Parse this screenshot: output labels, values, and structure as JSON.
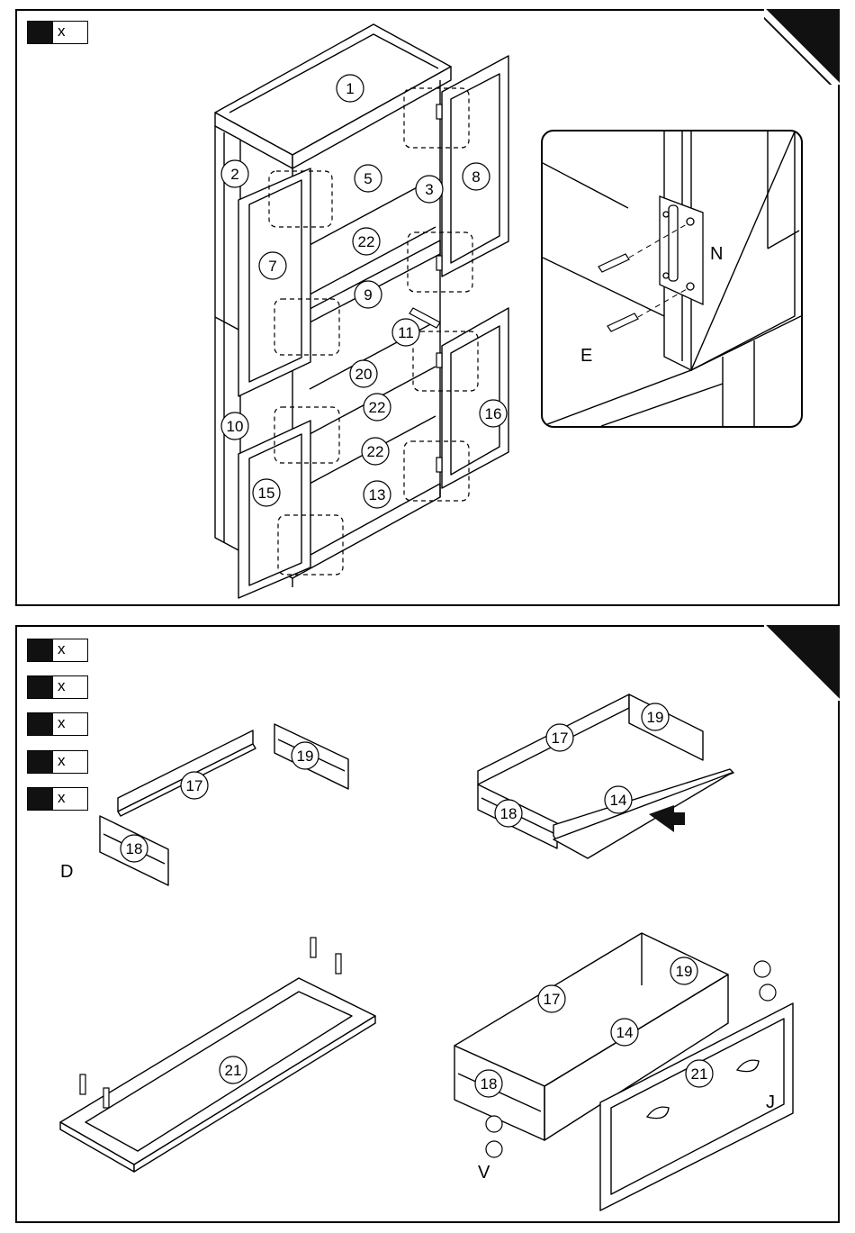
{
  "step1": {
    "qty_badge": {
      "mult": "x"
    },
    "part_numbers": [
      "1",
      "2",
      "3",
      "5",
      "7",
      "8",
      "9",
      "10",
      "11",
      "13",
      "15",
      "16",
      "20",
      "22",
      "22",
      "22"
    ],
    "detail": {
      "hinge_label": "N",
      "screw_label": "E"
    }
  },
  "step2": {
    "qty_badges": [
      {
        "mult": "x"
      },
      {
        "mult": "x"
      },
      {
        "mult": "x"
      },
      {
        "mult": "x"
      },
      {
        "mult": "x"
      }
    ],
    "frame_assembly": {
      "parts": [
        "17",
        "19",
        "18"
      ],
      "hardware_label": "D"
    },
    "bottom_insert": {
      "parts": [
        "17",
        "19",
        "18",
        "14"
      ]
    },
    "front_panel": {
      "part": "21"
    },
    "final_assembly": {
      "parts": [
        "17",
        "19",
        "14",
        "21",
        "18"
      ],
      "cam_label": "V",
      "screw_label": "J"
    }
  }
}
